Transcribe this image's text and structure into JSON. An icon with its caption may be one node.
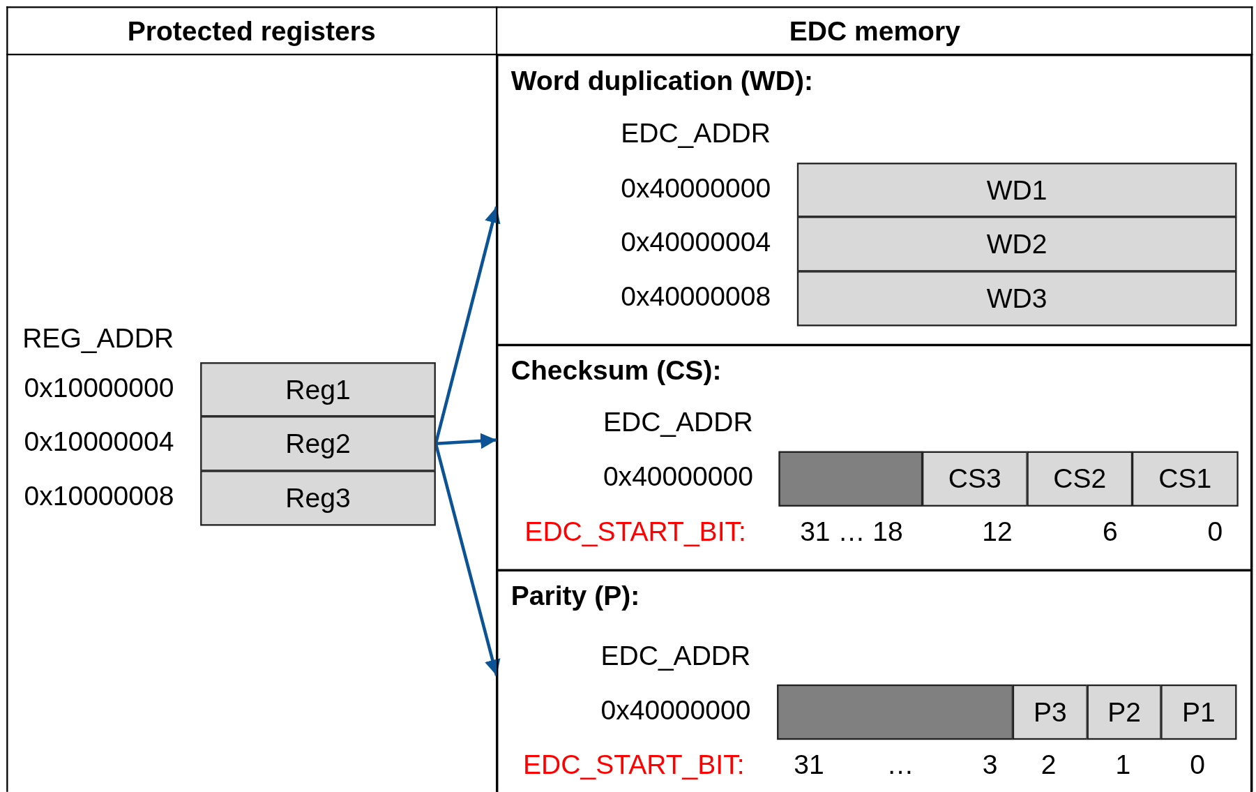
{
  "diagram": {
    "nodes": [
      {
        "text": [
          "Reg1"
        ]
      },
      {
        "text": [
          "Reg2"
        ]
      },
      {
        "text": [
          "Reg3"
        ]
      },
      {
        "text": [
          "Word duplication (WD):"
        ]
      },
      {
        "text": [
          "WD1"
        ],
        "in": 3
      },
      {
        "text": [
          "WD2"
        ],
        "in": 3
      },
      {
        "text": [
          "WD3"
        ],
        "in": 3
      },
      {
        "text": [
          "Checksum (CS):"
        ]
      },
      {
        "text": [],
        "shape": "box",
        "in": 7
      },
      {
        "text": [
          "CS3"
        ],
        "in": 7
      },
      {
        "text": [
          "CS2"
        ],
        "in": 7
      },
      {
        "text": [
          "CS1"
        ],
        "in": 7
      },
      {
        "text": [
          "Parity (P):"
        ]
      },
      {
        "text": [],
        "shape": "box",
        "in": 12
      },
      {
        "text": [
          "P3"
        ],
        "in": 12
      },
      {
        "text": [
          "P2"
        ],
        "in": 12
      },
      {
        "text": [
          "P1"
        ],
        "in": 12
      }
    ],
    "edges": [
      {
        "from": 1,
        "to": 3,
        "arrow": "to"
      },
      {
        "from": 1,
        "to": 7,
        "arrow": "to"
      },
      {
        "from": 1,
        "to": 12,
        "arrow": "to"
      }
    ],
    "labels": [
      "Protected registers",
      "EDC memory",
      "REG_ADDR",
      "0x10000000",
      "0x10000004",
      "0x10000008",
      "EDC_ADDR",
      "0x40000000",
      "0x40000004",
      "0x40000008",
      "EDC_ADDR",
      "0x40000000",
      "EDC_START_BIT:",
      "31 … 18",
      "12",
      "6",
      "0",
      "EDC_ADDR",
      "0x40000000",
      "EDC_START_BIT:",
      "31",
      "…",
      "3",
      "2",
      "1",
      "0"
    ]
  }
}
